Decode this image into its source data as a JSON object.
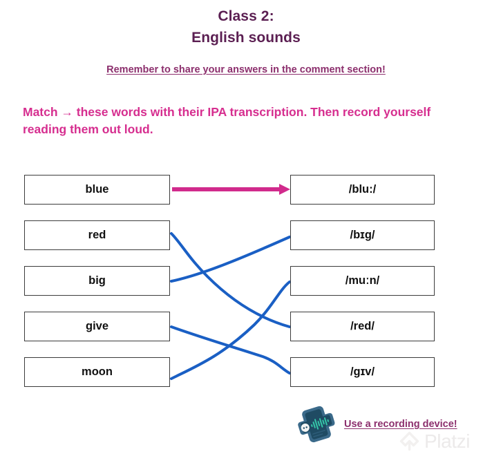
{
  "header": {
    "title_line_1": "Class 2:",
    "title_line_2": "English sounds",
    "title_color": "#5b1f52",
    "share_link": "Remember to share your answers in the comment section!",
    "link_color": "#8c2f6d"
  },
  "instructions": {
    "text": "Match → these words with their IPA transcription. Then record yourself reading them out loud.",
    "color": "#d62e8f"
  },
  "exercise": {
    "words": [
      {
        "label": "blue"
      },
      {
        "label": "red"
      },
      {
        "label": "big"
      },
      {
        "label": "give"
      },
      {
        "label": "moon"
      }
    ],
    "transcriptions": [
      {
        "label": "/blu:/"
      },
      {
        "label": "/bɪg/"
      },
      {
        "label": "/muːn/"
      },
      {
        "label": "/red/"
      },
      {
        "label": "/gɪv/"
      }
    ],
    "connections": [
      {
        "from": "blue",
        "to": "/blu:/",
        "style": "arrow",
        "color": "#d12a8c"
      },
      {
        "from": "red",
        "to": "/red/",
        "style": "curve",
        "color": "#1a5fc4"
      },
      {
        "from": "big",
        "to": "/bɪg/",
        "style": "curve",
        "color": "#1a5fc4"
      },
      {
        "from": "give",
        "to": "/gɪv/",
        "style": "curve",
        "color": "#1a5fc4"
      },
      {
        "from": "moon",
        "to": "/muːn/",
        "style": "curve",
        "color": "#1a5fc4"
      }
    ],
    "box_border_color": "#3b3b3b"
  },
  "footer": {
    "recorder_link": "Use a recording device!",
    "recorder_icon": "recording-device-icon"
  },
  "watermark": {
    "text": "Platzi",
    "color": "#eceaea"
  }
}
